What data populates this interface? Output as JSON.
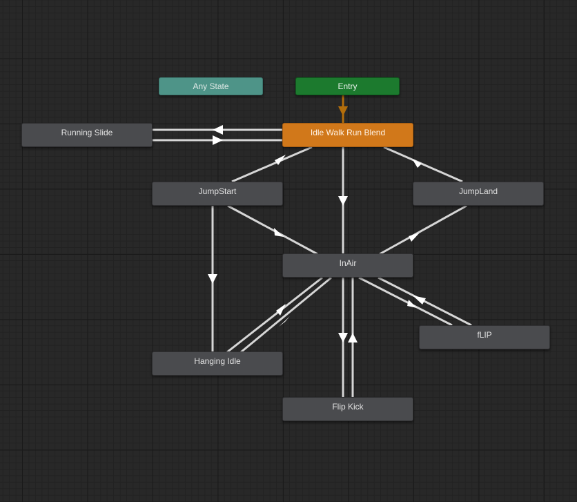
{
  "colors": {
    "background": "#282828",
    "transition": "#d6d6d6",
    "entry_transition": "#b36e0b",
    "default_state": "#d1781a",
    "any_state": "#4e9488",
    "entry": "#1c7a2e",
    "state": "#4a4b4e"
  },
  "nodes": {
    "any_state": "Any State",
    "entry": "Entry",
    "idle_walk_run_blend": "Idle Walk Run Blend",
    "running_slide": "Running Slide",
    "jump_start": "JumpStart",
    "jump_land": "JumpLand",
    "in_air": "InAir",
    "hanging_idle": "Hanging Idle",
    "flip": "fLIP",
    "flip_kick": "Flip Kick"
  },
  "transitions": [
    {
      "from": "entry",
      "to": "idle_walk_run_blend",
      "kind": "entry"
    },
    {
      "from": "idle_walk_run_blend",
      "to": "running_slide"
    },
    {
      "from": "running_slide",
      "to": "idle_walk_run_blend"
    },
    {
      "from": "jump_start",
      "to": "idle_walk_run_blend"
    },
    {
      "from": "jump_land",
      "to": "idle_walk_run_blend"
    },
    {
      "from": "idle_walk_run_blend",
      "to": "in_air"
    },
    {
      "from": "jump_start",
      "to": "in_air"
    },
    {
      "from": "in_air",
      "to": "jump_land"
    },
    {
      "from": "jump_start",
      "to": "hanging_idle"
    },
    {
      "from": "hanging_idle",
      "to": "in_air"
    },
    {
      "from": "in_air",
      "to": "hanging_idle"
    },
    {
      "from": "in_air",
      "to": "flip"
    },
    {
      "from": "flip",
      "to": "in_air"
    },
    {
      "from": "in_air",
      "to": "flip_kick"
    },
    {
      "from": "flip_kick",
      "to": "in_air"
    }
  ]
}
